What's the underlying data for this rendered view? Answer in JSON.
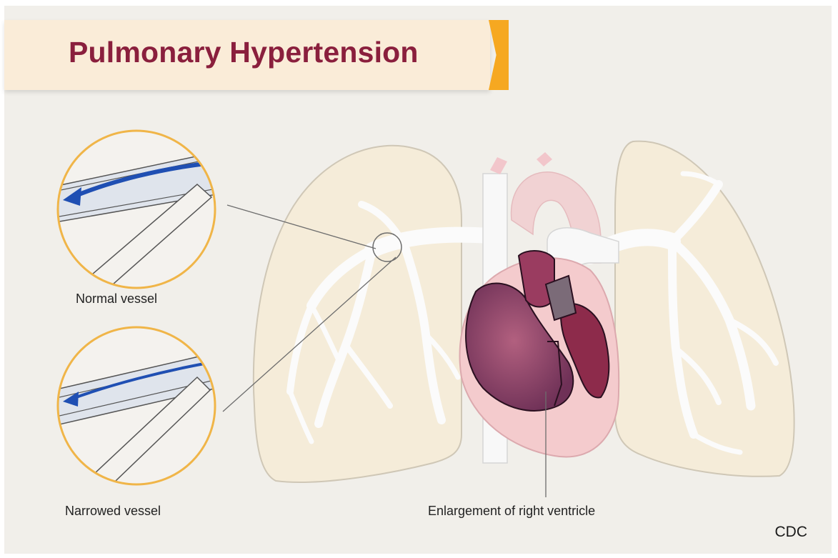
{
  "title": "Pulmonary Hypertension",
  "labels": {
    "normal_vessel": "Normal vessel",
    "narrowed_vessel": "Narrowed vessel",
    "right_ventricle": "Enlargement of right ventricle"
  },
  "source": "CDC",
  "colors": {
    "title": "#8a1f3d",
    "banner": "#faecd8",
    "banner_tab": "#f6a821",
    "background": "#f1efea",
    "lung": "#f5ecd9",
    "heart_outer": "#f4cbcd",
    "heart_inner": "#8e3a5e",
    "flow_arrow": "#1f4fb3",
    "vessel": "#dfe4ec"
  }
}
